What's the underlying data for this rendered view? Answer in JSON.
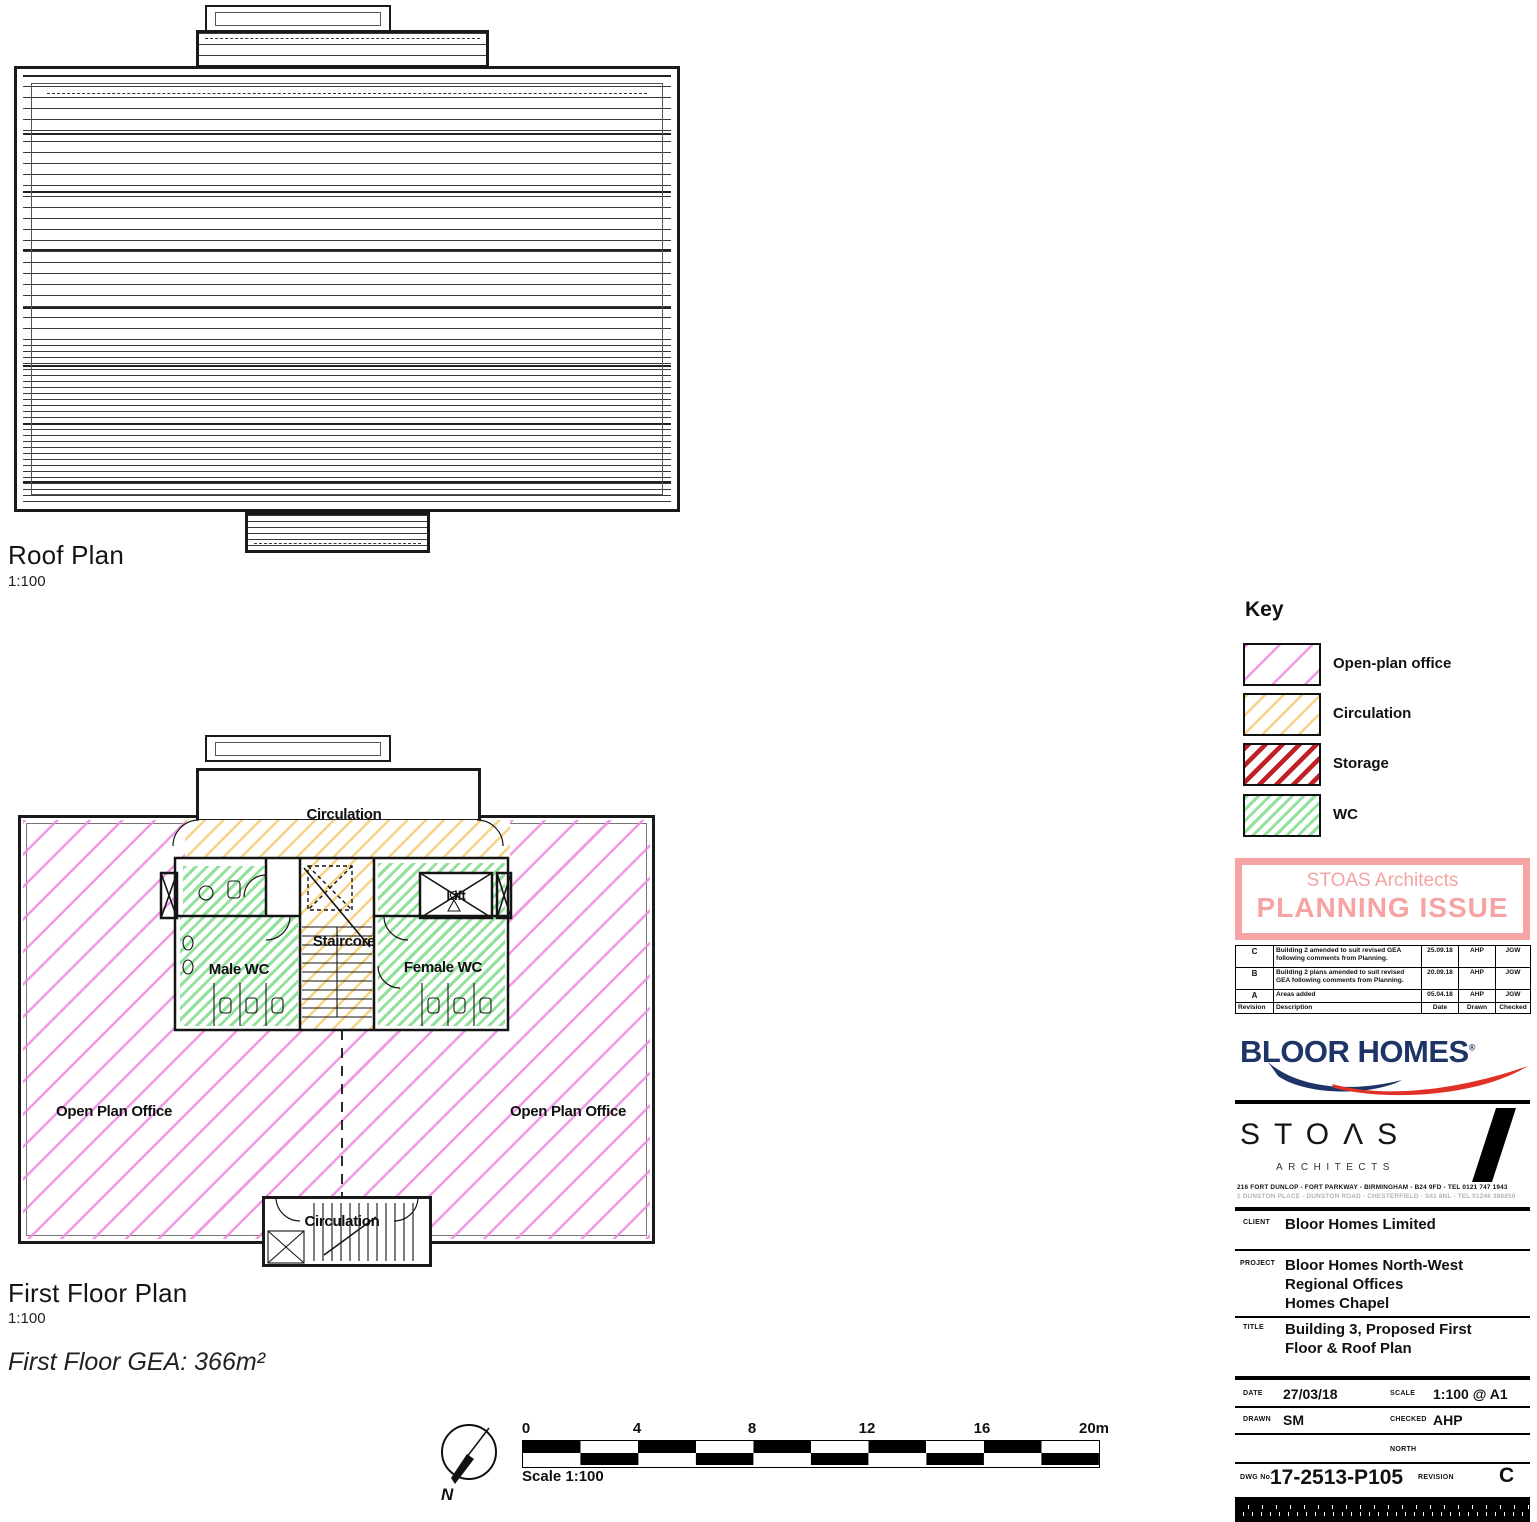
{
  "roof_plan": {
    "title": "Roof Plan",
    "scale": "1:100"
  },
  "first_floor_plan": {
    "title": "First Floor Plan",
    "scale": "1:100",
    "gea_note": "First Floor GEA: 366m²",
    "labels": {
      "circulation_top": "Circulation",
      "staircore": "Staircore",
      "male_wc": "Male WC",
      "female_wc": "Female WC",
      "lift": "Lift",
      "open_plan_office_left": "Open Plan Office",
      "open_plan_office_right": "Open Plan Office",
      "circulation_bottom": "Circulation"
    }
  },
  "key": {
    "title": "Key",
    "items": [
      {
        "label": "Open-plan office",
        "color": "#f08ce1"
      },
      {
        "label": "Circulation",
        "color": "#f6ce78"
      },
      {
        "label": "Storage",
        "color": "#bf2026"
      },
      {
        "label": "WC",
        "color": "#76d882"
      }
    ]
  },
  "stamp": {
    "line1": "STOAS Architects",
    "line2": "PLANNING ISSUE",
    "color": "#f5a3a3"
  },
  "revision_table": {
    "headers": [
      "Revision",
      "Description",
      "Date",
      "Drawn",
      "Checked"
    ],
    "rows": [
      {
        "revision": "C",
        "description": "Building 2 amended to suit revised GEA following comments from Planning.",
        "date": "25.09.18",
        "drawn": "AHP",
        "checked": "JGW"
      },
      {
        "revision": "B",
        "description": "Building 2 plans amended to suit revised GEA following comments from Planning.",
        "date": "20.09.18",
        "drawn": "AHP",
        "checked": "JGW"
      },
      {
        "revision": "A",
        "description": "Areas added",
        "date": "05.04.18",
        "drawn": "AHP",
        "checked": "JGW"
      }
    ]
  },
  "branding": {
    "bloor_homes": "BLOOR HOMES",
    "registered": "®",
    "navy": "#1e3466",
    "red": "#e03127",
    "stoas": "STOΛS",
    "architects": "ARCHITECTS",
    "address_line1": "216 FORT DUNLOP  -  FORT PARKWAY  -  BIRMINGHAM  -  B24 9FD  -  TEL 0121 747 1943",
    "address_line2": "1 DUNSTON PLACE  -  DUNSTON ROAD  -  CHESTERFIELD  -  S41 8NL  -  TEL 01246 386850"
  },
  "title_block": {
    "client_label": "CLIENT",
    "client": "Bloor Homes Limited",
    "project_label": "PROJECT",
    "project_lines": [
      "Bloor Homes North-West",
      "Regional Offices",
      "Homes Chapel"
    ],
    "title_label": "TITLE",
    "title_lines": [
      "Building 3, Proposed First",
      "Floor & Roof Plan"
    ],
    "date_label": "DATE",
    "date": "27/03/18",
    "scale_label": "SCALE",
    "scale": "1:100 @ A1",
    "drawn_label": "DRAWN",
    "drawn": "SM",
    "checked_label": "CHECKED",
    "checked": "AHP",
    "north_label": "NORTH",
    "dwg_label": "DWG No.",
    "dwg_no": "17-2513-P105",
    "revision_label": "REVISION",
    "revision": "C"
  },
  "scale_bar": {
    "ticks": [
      "0",
      "4",
      "8",
      "12",
      "16",
      "20m"
    ],
    "caption": "Scale 1:100",
    "north": "N"
  }
}
